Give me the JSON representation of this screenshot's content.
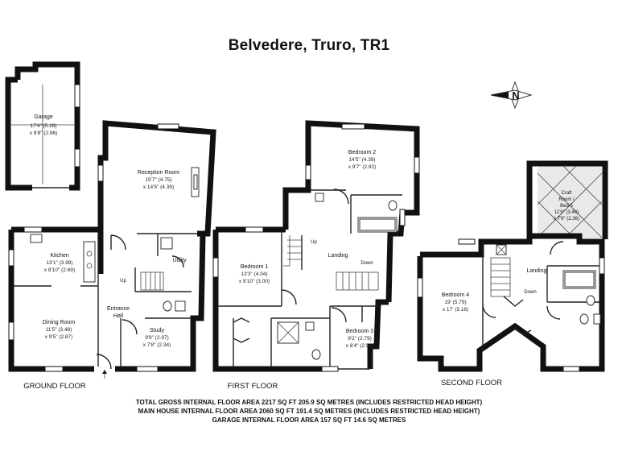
{
  "title": "Belvedere, Truro, TR1",
  "compass": {
    "letter": "N"
  },
  "floors": {
    "ground": "GROUND FLOOR",
    "first": "FIRST FLOOR",
    "second": "SECOND FLOOR"
  },
  "rooms": {
    "garage": {
      "name": "Garage",
      "dim1": "17'4\" (5.28)",
      "dim2": "x 9'8\" (2.96)"
    },
    "reception": {
      "name": "Reception Room",
      "dim1": "15'7\" (4.75)",
      "dim2": "x 14'5\" (4.39)"
    },
    "kitchen": {
      "name": "Kitchen",
      "dim1": "13'1\" (3.99)",
      "dim2": "x 8'10\" (2.69)"
    },
    "dining": {
      "name": "Dining Room",
      "dim1": "11'5\" (3.48)",
      "dim2": "x 9'5\" (2.87)"
    },
    "study": {
      "name": "Study",
      "dim1": "9'9\" (2.97)",
      "dim2": "x 7'8\" (2.34)"
    },
    "entrance": {
      "name1": "Entrance",
      "name2": "Hall"
    },
    "utility": {
      "name": "Utility"
    },
    "bedroom1": {
      "name": "Bedroom 1",
      "dim1": "13'3\" (4.04)",
      "dim2": "x 9'10\" (3.00)"
    },
    "bedroom2": {
      "name": "Bedroom 2",
      "dim1": "14'5\" (4.39)",
      "dim2": "x 9'7\" (2.92)"
    },
    "bedroom3": {
      "name": "Bedroom 3",
      "dim1": "9'2\" (2.79)",
      "dim2": "x 8'4\" (2.54)"
    },
    "landing1": {
      "name": "Landing"
    },
    "bedroom4": {
      "name": "Bedroom 4",
      "dim1": "19' (5.79)",
      "dim2": "x 17' (5.18)"
    },
    "landing2": {
      "name": "Landing"
    },
    "craft": {
      "name1": "Craft",
      "name2": "Room /",
      "name3": "Bed 5",
      "dim1": "11'5\" (3.48)",
      "dim2": "x 7'9\" (2.36)"
    }
  },
  "stairs": {
    "up": "Up",
    "down": "Down"
  },
  "footer": {
    "line1": "TOTAL GROSS INTERNAL FLOOR AREA 2217 SQ FT 205.9 SQ METRES (INCLUDES RESTRICTED HEAD HEIGHT)",
    "line2": "MAIN HOUSE INTERNAL FLOOR AREA 2060 SQ FT 191.4 SQ METRES (INCLUDES RESTRICTED HEAD HEIGHT)",
    "line3": "GARAGE  INTERNAL FLOOR AREA 157 SQ FT 14.6 SQ METRES"
  }
}
